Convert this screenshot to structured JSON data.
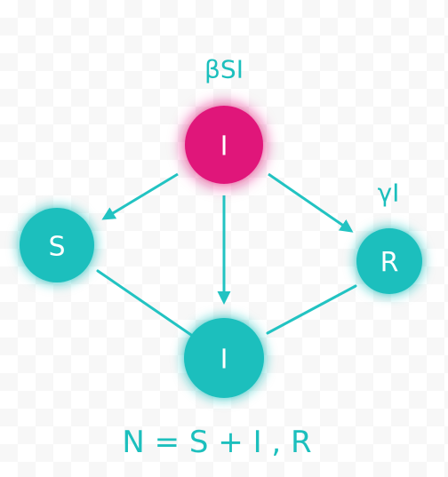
{
  "colors": {
    "teal": "#1cbfbd",
    "magenta": "#e0157a",
    "edge": "#22c3c2"
  },
  "nodes": {
    "infected_top": {
      "label": "I"
    },
    "susceptible": {
      "label": "S"
    },
    "recovered": {
      "label": "R"
    },
    "infected_bottom": {
      "label": "I"
    }
  },
  "rates": {
    "infection": "βSI",
    "recovery": "γI"
  },
  "formula": "N = S + I , R"
}
